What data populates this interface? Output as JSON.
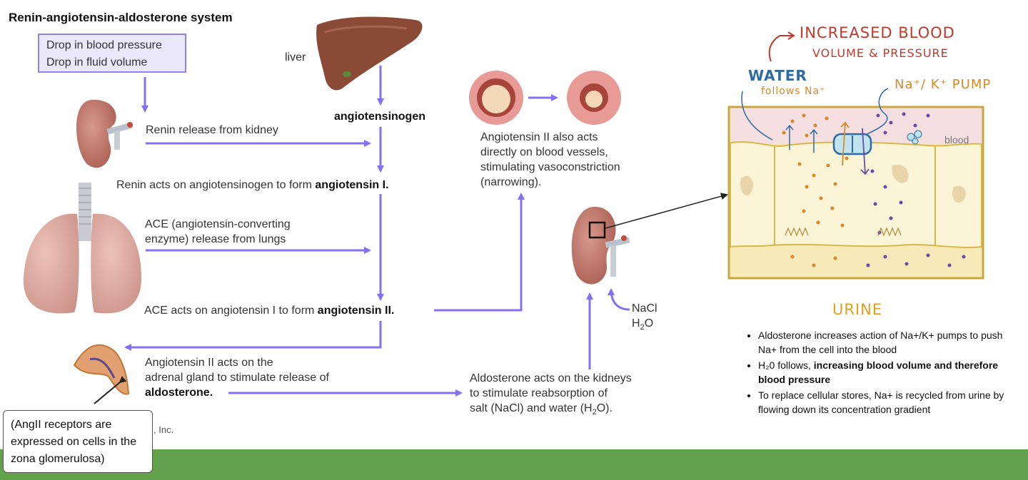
{
  "title": "Renin-angiotensin-aldosterone system",
  "trigger": [
    "Drop in blood pressure",
    "Drop in fluid volume"
  ],
  "labels": {
    "liver": "liver",
    "angiotensinogen": "angiotensinogen",
    "renin_release": "Renin release from kidney",
    "renin_acts_prefix": "Renin acts on angiotensinogen to form ",
    "angiotensin_1": "angiotensin I.",
    "ace_release": [
      "ACE (angiotensin-converting",
      "enzyme) release from lungs"
    ],
    "ace_acts_prefix": "ACE acts on angiotensin I to form ",
    "angiotensin_2": "angiotensin II.",
    "adrenal": [
      "Angiotensin II acts on the",
      "adrenal gland to stimulate release of"
    ],
    "aldosterone": "aldosterone.",
    "vessels": [
      "Angiotensin II also acts",
      "directly on blood vessels,",
      "stimulating vasoconstriction",
      "(narrowing)."
    ],
    "aldo_kidneys": [
      "Aldosterone acts on the kidneys",
      "to stimulate reabsorption of"
    ],
    "aldo_kidneys_3_prefix": "salt (NaCl) and water (H",
    "aldo_kidneys_3_sub": "2",
    "aldo_kidneys_3_suffix": "O).",
    "nacl": "NaCl",
    "h2o_h": "H",
    "h2o_sub": "2",
    "h2o_o": "O",
    "copyright_fragment": ", Inc."
  },
  "note": "(AngII receptors are expressed on cells in the zona glomerulosa)",
  "cell_diagram": {
    "increased_1": "INCREASED BLOOD",
    "increased_2": "VOLUME & PRESSURE",
    "water_1": "WATER",
    "water_2": "follows Na⁺",
    "pump": "Na⁺/ K⁺ PUMP",
    "blood": "blood",
    "urine": "URINE"
  },
  "bullets": [
    {
      "text": "Aldosterone increases action of Na+/K+ pumps to push Na+ from the cell into the blood"
    },
    {
      "prefix": "H₂0 follows, ",
      "bold": "increasing blood volume and therefore blood pressure"
    },
    {
      "text": "To replace cellular stores, Na+ is recycled from urine by flowing down its concentration gradient"
    }
  ],
  "colors": {
    "arrow": "#8470f0",
    "box_fill": "#ece8fb",
    "footer": "#63a24a",
    "hand_red": "#c0392b",
    "hand_blue": "#2f6aa0",
    "hand_orange": "#d8892a",
    "hand_gold": "#e0a020"
  }
}
